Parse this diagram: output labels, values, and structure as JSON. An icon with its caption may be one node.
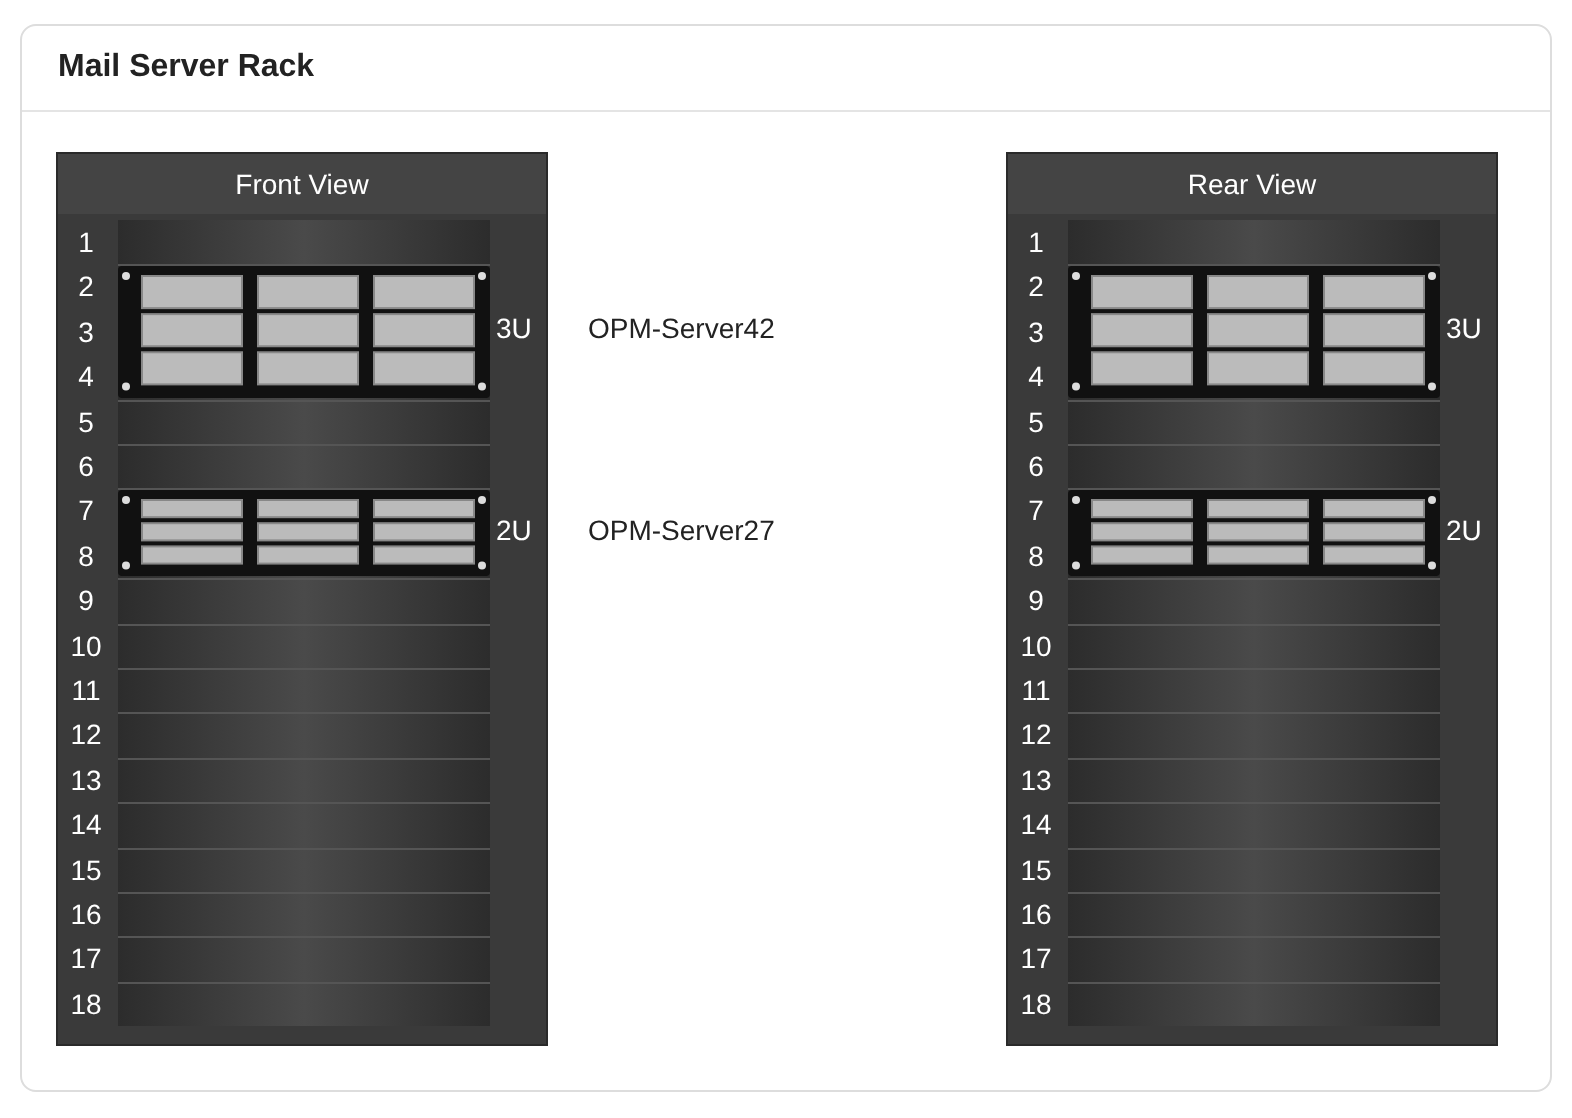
{
  "diagram": {
    "title": "Mail Server Rack",
    "nodes": [
      {
        "text": [
          "Front View"
        ]
      },
      {
        "text": [],
        "shape": "box",
        "in": 0,
        "beside": [
          "3U",
          "OPM-Server42"
        ]
      },
      {
        "text": [],
        "shape": "box",
        "in": 0,
        "beside": [
          "2U",
          "OPM-Server27"
        ]
      },
      {
        "text": [
          "Rear View"
        ]
      },
      {
        "text": [],
        "shape": "box",
        "in": 3,
        "beside": [
          "3U"
        ]
      },
      {
        "text": [],
        "shape": "box",
        "in": 3,
        "beside": [
          "2U"
        ]
      }
    ],
    "edges": [],
    "labels": [
      "1",
      "2",
      "3",
      "4",
      "5",
      "6",
      "7",
      "8",
      "9",
      "10",
      "11",
      "12",
      "13",
      "14",
      "15",
      "16",
      "17",
      "18",
      "1",
      "2",
      "3",
      "4",
      "5",
      "6",
      "7",
      "8",
      "9",
      "10",
      "11",
      "12",
      "13",
      "14",
      "15",
      "16",
      "17",
      "18"
    ]
  }
}
